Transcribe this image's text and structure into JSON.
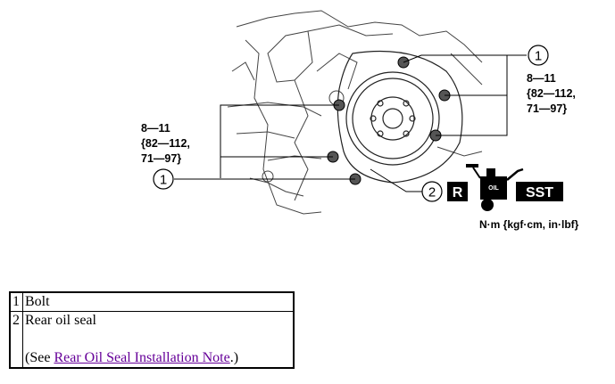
{
  "figure": {
    "callout_bolt": "1",
    "callout_seal": "2",
    "torque_right": [
      "8—11",
      "{82—112,",
      "71—97}"
    ],
    "torque_left": [
      "8—11",
      "{82—112,",
      "71—97}"
    ],
    "badge_r": "R",
    "badge_oil": "OIL",
    "badge_sst": "SST",
    "units": "N·m {kgf·cm, in·lbf}"
  },
  "parts_table": {
    "rows": [
      {
        "number": "1",
        "name": "Bolt"
      },
      {
        "number": "2",
        "name": "Rear oil seal",
        "note_prefix": "(See ",
        "note_link": "Rear Oil Seal Installation Note",
        "note_suffix": ".)"
      }
    ]
  }
}
